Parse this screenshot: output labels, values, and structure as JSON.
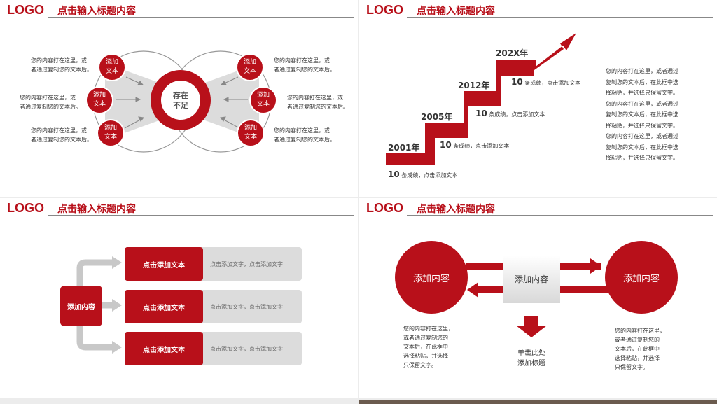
{
  "header": {
    "logo": "LOGO",
    "title": "点击输入标题内容"
  },
  "slide1": {
    "center": [
      "存在",
      "不足"
    ],
    "circle_label": [
      "添加",
      "文本"
    ],
    "desc": [
      "您的内容打在这里，或",
      "者通过复制您的文本后。"
    ],
    "desc_mid": [
      "您的内容打在这里，或",
      "者通过复制您的文本后。"
    ]
  },
  "slide2": {
    "years": [
      "2001年",
      "2005年",
      "2012年",
      "202X年"
    ],
    "achievements": [
      {
        "num": "10",
        "text": "条成绩，点击添加文本"
      },
      {
        "num": "10",
        "text": "条成绩，点击添加文本"
      },
      {
        "num": "10",
        "text": "条成绩，点击添加文本"
      },
      {
        "num": "10",
        "text": "条成绩，点击添加文本"
      }
    ],
    "desc": "您的内容打在这里，或者通过\n复制您的文本后，在此框中选\n择粘贴，并选择只保留文字。\n您的内容打在这里，或者通过\n复制您的文本后，在此框中选\n择粘贴，并选择只保留文字。\n您的内容打在这里，或者通过\n复制您的文本后，在此框中选\n择粘贴，并选择只保留文字。"
  },
  "slide3": {
    "source": "添加内容",
    "rows": [
      {
        "label": "点击添加文本",
        "text": "点击添加文字，点击添加文字"
      },
      {
        "label": "点击添加文本",
        "text": "点击添加文字，点击添加文字"
      },
      {
        "label": "点击添加文本",
        "text": "点击添加文字，点击添加文字"
      }
    ]
  },
  "slide4": {
    "left": "添加内容",
    "right": "添加内容",
    "middle": "添加内容",
    "bottom": "单击此处\n添加标题",
    "desc_left": "您的内容打在这里，\n或者通过复制您的\n文本后，在此框中\n选择粘贴，并选择\n只保留文字。",
    "desc_right": "您的内容打在这里，\n或者通过复制您的\n文本后，在此框中\n选择粘贴，并选择\n只保留文字。"
  },
  "colors": {
    "accent": "#b8101a",
    "gray": "#dcdcdc"
  }
}
